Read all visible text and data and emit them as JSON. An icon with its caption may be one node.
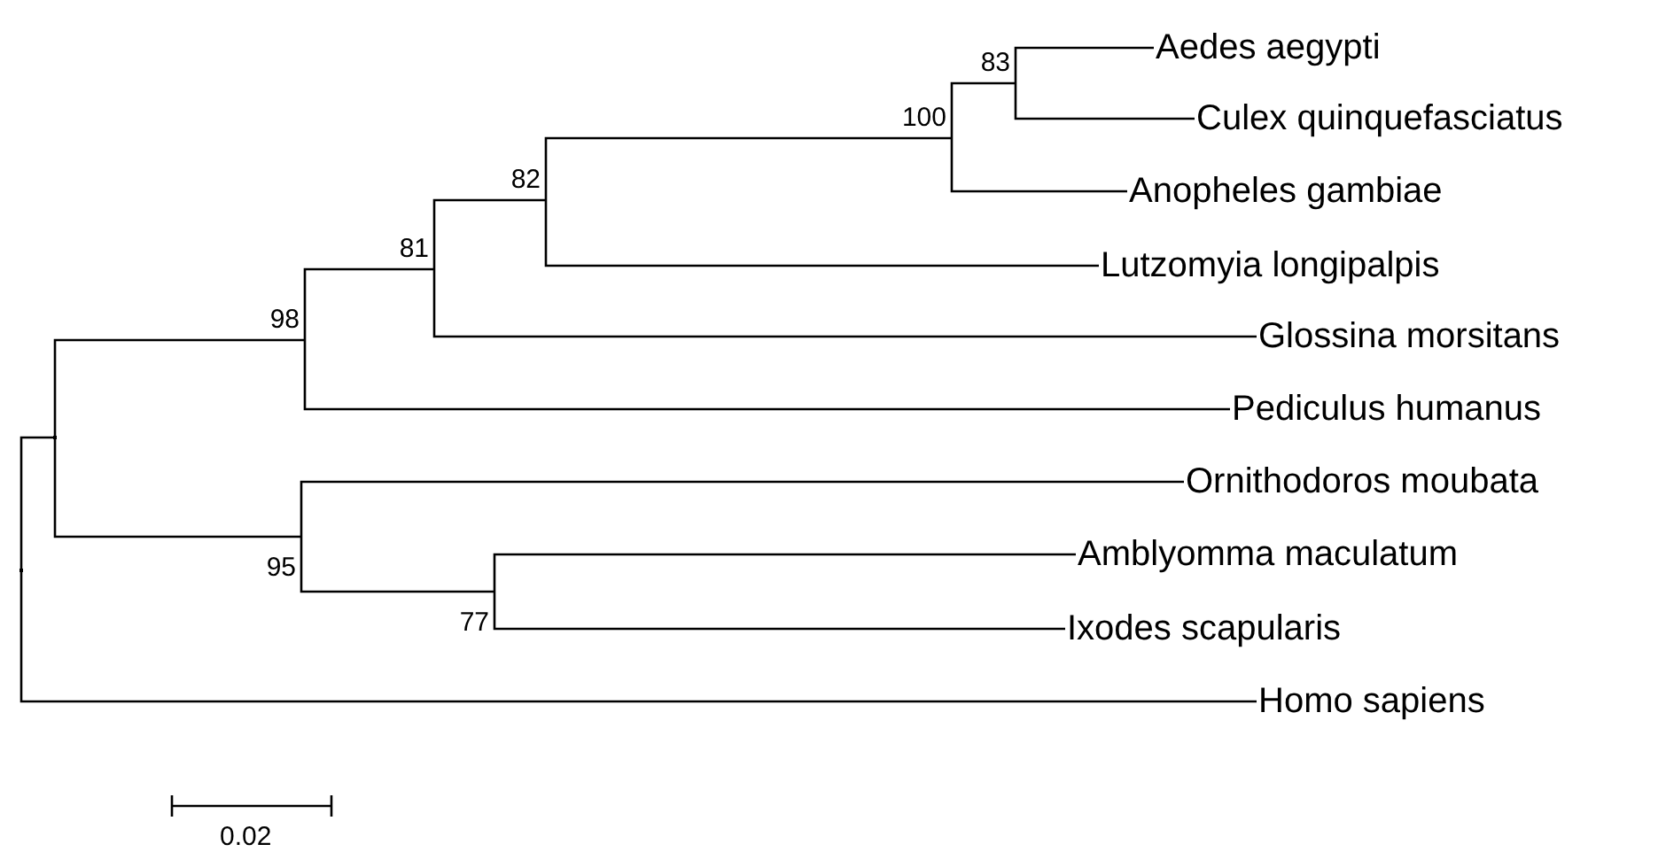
{
  "diagram": {
    "nodes": [
      {
        "text": [
          "Aedes aegypti"
        ]
      },
      {
        "text": [
          "83"
        ]
      },
      {
        "text": [
          "Culex quinquefasciatus"
        ]
      },
      {
        "text": [
          "100"
        ]
      },
      {
        "text": [
          "Anopheles gambiae"
        ]
      },
      {
        "text": [
          "82"
        ]
      },
      {
        "text": [
          "Lutzomyia longipalpis"
        ]
      },
      {
        "text": [
          "81"
        ]
      },
      {
        "text": [
          "Glossina morsitans"
        ]
      },
      {
        "text": [
          "98"
        ]
      },
      {
        "text": [
          "Pediculus humanus"
        ]
      },
      {
        "text": [],
        "shape": "point"
      },
      {
        "text": [
          "Ornithodoros moubata"
        ]
      },
      {
        "text": [
          "95"
        ]
      },
      {
        "text": [
          "Amblyomma maculatum"
        ]
      },
      {
        "text": [
          "77"
        ]
      },
      {
        "text": [
          "Ixodes scapularis"
        ]
      },
      {
        "text": [],
        "shape": "point"
      },
      {
        "text": [
          "Homo sapiens"
        ]
      }
    ],
    "edges": [
      {
        "from": 17,
        "to": 11,
        "arrow": "none"
      },
      {
        "from": 17,
        "to": 18,
        "arrow": "none"
      },
      {
        "from": 11,
        "to": 9,
        "arrow": "none"
      },
      {
        "from": 11,
        "to": 13,
        "arrow": "none"
      },
      {
        "from": 9,
        "to": 7,
        "arrow": "none"
      },
      {
        "from": 9,
        "to": 10,
        "arrow": "none"
      },
      {
        "from": 7,
        "to": 5,
        "arrow": "none"
      },
      {
        "from": 7,
        "to": 8,
        "arrow": "none"
      },
      {
        "from": 5,
        "to": 3,
        "arrow": "none"
      },
      {
        "from": 5,
        "to": 6,
        "arrow": "none"
      },
      {
        "from": 3,
        "to": 1,
        "arrow": "none"
      },
      {
        "from": 3,
        "to": 4,
        "arrow": "none"
      },
      {
        "from": 1,
        "to": 0,
        "arrow": "none"
      },
      {
        "from": 1,
        "to": 2,
        "arrow": "none"
      },
      {
        "from": 13,
        "to": 12,
        "arrow": "none"
      },
      {
        "from": 13,
        "to": 15,
        "arrow": "none"
      },
      {
        "from": 15,
        "to": 14,
        "arrow": "none"
      },
      {
        "from": 15,
        "to": 16,
        "arrow": "none"
      }
    ],
    "labels": [
      "0.02"
    ]
  }
}
